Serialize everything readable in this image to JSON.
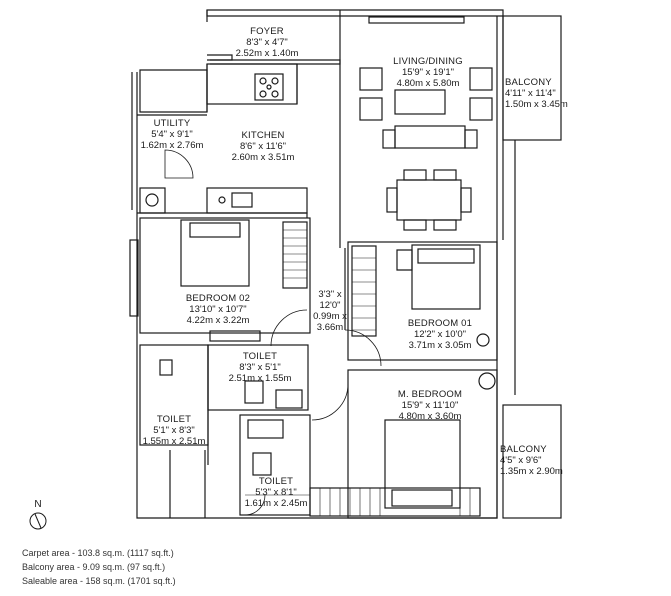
{
  "rooms": {
    "foyer": {
      "name": "FOYER",
      "dim_ft": "8'3\" x 4'7\"",
      "dim_m": "2.52m x 1.40m"
    },
    "living": {
      "name": "LIVING/DINING",
      "dim_ft": "15'9\" x 19'1\"",
      "dim_m": "4.80m x 5.80m"
    },
    "balcony1": {
      "name": "BALCONY",
      "dim_ft": "4'11\" x 11'4\"",
      "dim_m": "1.50m x 3.45m"
    },
    "utility": {
      "name": "UTILITY",
      "dim_ft": "5'4\" x 9'1\"",
      "dim_m": "1.62m x 2.76m"
    },
    "kitchen": {
      "name": "KITCHEN",
      "dim_ft": "8'6\" x 11'6\"",
      "dim_m": "2.60m x 3.51m"
    },
    "bedroom02": {
      "name": "BEDROOM 02",
      "dim_ft": "13'10\" x 10'7\"",
      "dim_m": "4.22m x 3.22m"
    },
    "passage": {
      "dim_ft": "3'3\" x",
      "dim_ft2": "12'0\"",
      "dim_m": "0.99m x",
      "dim_m2": "3.66m"
    },
    "bedroom01": {
      "name": "BEDROOM 01",
      "dim_ft": "12'2\" x 10'0\"",
      "dim_m": "3.71m x 3.05m"
    },
    "toilet_mid": {
      "name": "TOILET",
      "dim_ft": "8'3\" x 5'1\"",
      "dim_m": "2.51m x 1.55m"
    },
    "mbedroom": {
      "name": "M. BEDROOM",
      "dim_ft": "15'9\" x 11'10\"",
      "dim_m": "4.80m x 3.60m"
    },
    "toilet_left": {
      "name": "TOILET",
      "dim_ft": "5'1\" x 8'3\"",
      "dim_m": "1.55m x 2.51m"
    },
    "balcony2": {
      "name": "BALCONY",
      "dim_ft": "4'5\" x 9'6\"",
      "dim_m": "1.35m x 2.90m"
    },
    "toilet_low": {
      "name": "TOILET",
      "dim_ft": "5'3\" x 8'1\"",
      "dim_m": "1.61m x 2.45m"
    }
  },
  "north_label": "N",
  "areas": {
    "carpet": "Carpet area - 103.8 sq.m. (1117 sq.ft.)",
    "balcony": "Balcony area - 9.09 sq.m. (97 sq.ft.)",
    "saleable": "Saleable area - 158 sq.m. (1701 sq.ft.)"
  },
  "colors": {
    "wall": "#1a1a1a",
    "line": "#333333",
    "background": "#ffffff"
  }
}
